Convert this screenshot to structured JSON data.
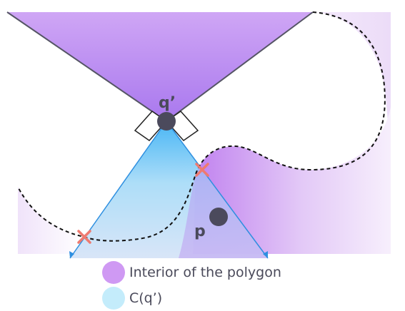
{
  "diagram": {
    "point_q_label": "q’",
    "point_p_label": "p"
  },
  "legend": {
    "items": [
      {
        "label": "Interior of the polygon",
        "color": "#cf99f3"
      },
      {
        "label": "C(q’)",
        "color": "#c4ecfb"
      }
    ]
  },
  "colors": {
    "polygon_interior": "#c184f0",
    "cone": "#48b7f3",
    "boundary": "#111111",
    "cross": "#f07a70",
    "point": "#4b4a5c"
  }
}
